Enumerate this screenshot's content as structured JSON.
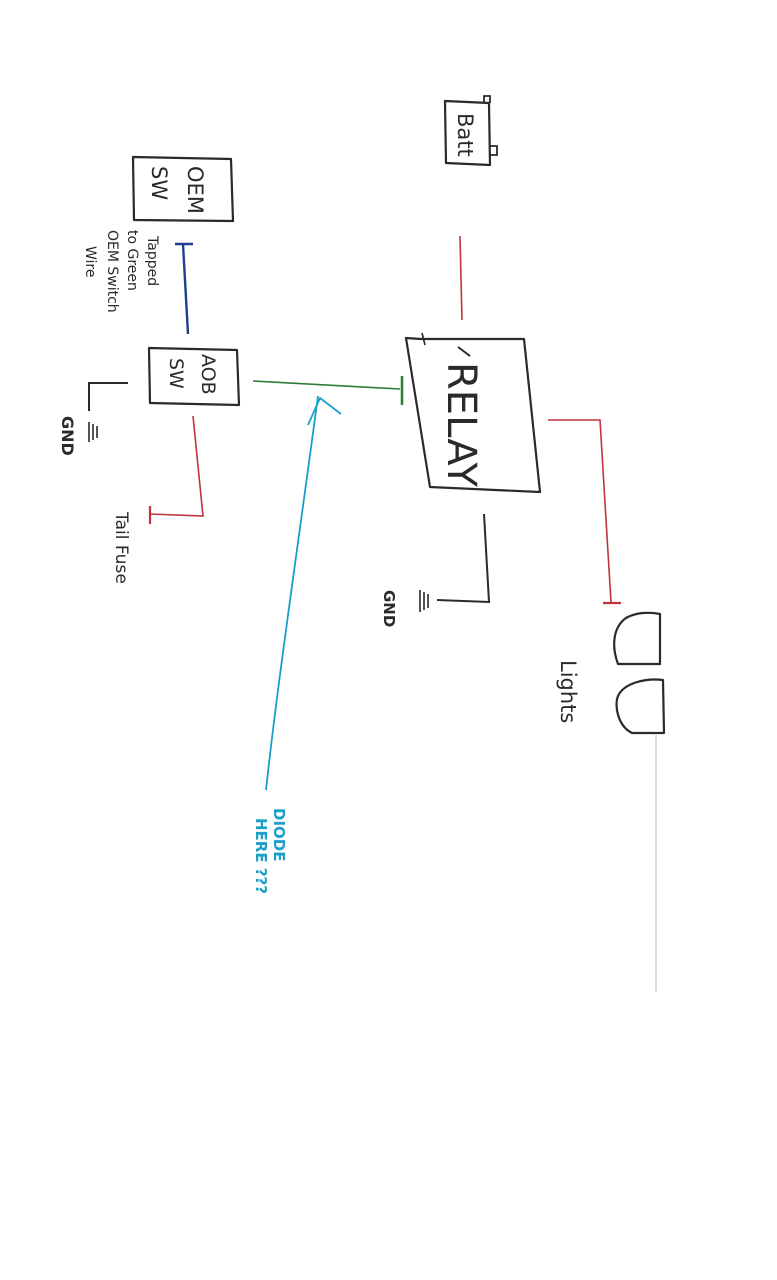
{
  "labels": {
    "battery": "Batt",
    "oem_switch_line1": "OEM",
    "oem_switch_line2": "SW",
    "aob_switch_line1": "AOB",
    "aob_switch_line2": "SW",
    "relay": "RELAY",
    "tapped_note_line1": "Tapped",
    "tapped_note_line2": "to Green",
    "tapped_note_line3": "OEM Switch",
    "tapped_note_line4": "Wire",
    "gnd_switch": "GND",
    "gnd_relay": "GND",
    "tail_fuse": "Tail Fuse",
    "lights": "Lights",
    "diode_line1": "DIODE",
    "diode_line2": "HERE ???"
  },
  "colors": {
    "outline": "#2a2a2a",
    "power_wire": "#c0323c",
    "trigger_wire": "#2e7d3a",
    "oem_tap_wire": "#1f3f8f",
    "ground_wire": "#2a2a2a",
    "diode_note": "#1aa0c8",
    "page_edge": "#c8c8c8"
  }
}
